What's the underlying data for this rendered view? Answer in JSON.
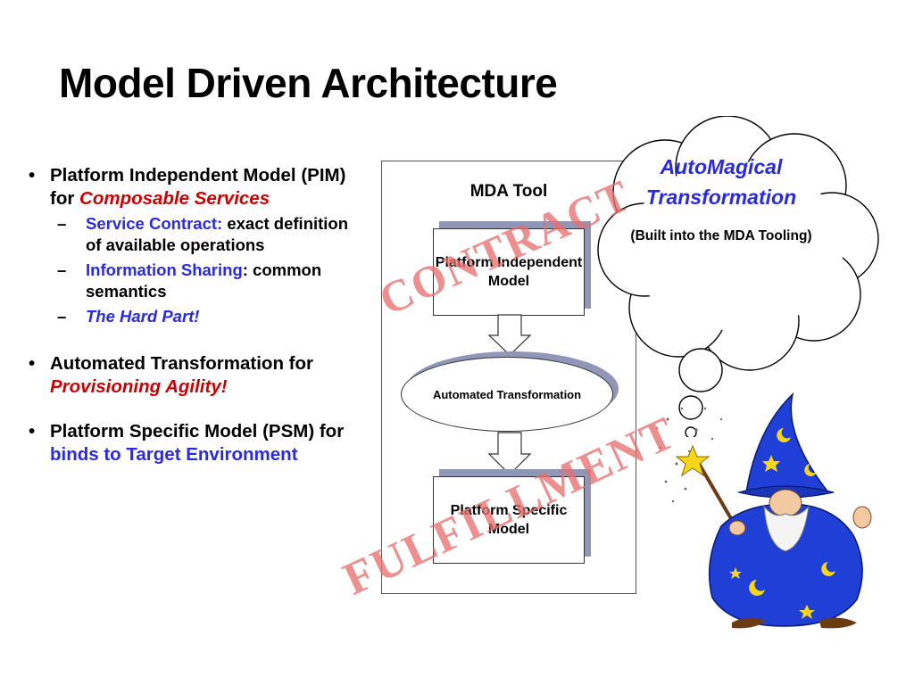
{
  "slide": {
    "title": "Model Driven Architecture"
  },
  "bullets": {
    "pim": {
      "text": "Platform Independent Model (PIM) for ",
      "highlight": "Composable Services"
    },
    "subs": [
      {
        "highlight": "Service Contract:",
        "text": " exact definition of available operations"
      },
      {
        "highlight": "Information Sharing",
        "text": ": common semantics"
      },
      {
        "highlight": "The Hard Part!",
        "text": ""
      }
    ],
    "transform": {
      "text": "Automated Transformation for ",
      "highlight": "Provisioning Agility!"
    },
    "psm": {
      "text": "Platform Specific Model (PSM) for ",
      "highlight": "binds to Target Environment"
    }
  },
  "diagram": {
    "tool_label": "MDA Tool",
    "pim_box": "Platform Independent Model",
    "transform_ellipse": "Automated Transformation",
    "psm_box": "Platform Specific Model",
    "stamp_contract": "CONTRACT",
    "stamp_fulfillment": "FULFILLMENT"
  },
  "cloud": {
    "title": "AutoMagical Transformation",
    "subtitle": "(Built into the MDA Tooling)"
  },
  "colors": {
    "accent_blue": "#2a2adf",
    "accent_red": "#cc0000",
    "stamp_red": "#e87070",
    "box_shadow": "#8f96b8"
  },
  "icons": [
    "wizard-illustration",
    "thought-cloud"
  ]
}
